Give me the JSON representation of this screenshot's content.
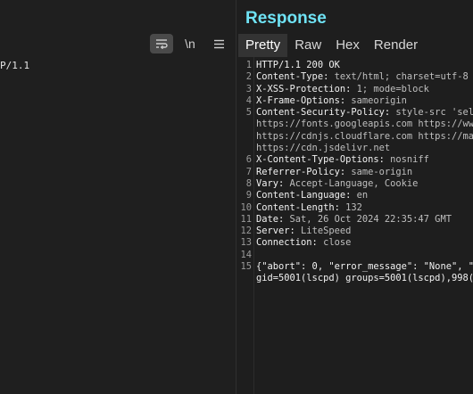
{
  "left": {
    "toolbar": {
      "newline_label": "\\n"
    },
    "request_line": "P/1.1"
  },
  "response": {
    "title": "Response",
    "tabs": [
      {
        "label": "Pretty",
        "active": true
      },
      {
        "label": "Raw",
        "active": false
      },
      {
        "label": "Hex",
        "active": false
      },
      {
        "label": "Render",
        "active": false
      }
    ],
    "lines": [
      {
        "num": "1",
        "key": "HTTP/1.1 200 OK",
        "val": ""
      },
      {
        "num": "2",
        "key": "Content-Type:",
        "val": " text/html; charset=utf-8"
      },
      {
        "num": "3",
        "key": "X-XSS-Protection:",
        "val": " 1; mode=block"
      },
      {
        "num": "4",
        "key": "X-Frame-Options:",
        "val": " sameorigin"
      },
      {
        "num": "5",
        "key": "Content-Security-Policy:",
        "val": " style-src 'sel"
      },
      {
        "num": "",
        "key": "",
        "val": "https://fonts.googleapis.com https://ww"
      },
      {
        "num": "",
        "key": "",
        "val": "https://cdnjs.cloudflare.com https://ma"
      },
      {
        "num": "",
        "key": "",
        "val": "https://cdn.jsdelivr.net"
      },
      {
        "num": "6",
        "key": "X-Content-Type-Options:",
        "val": " nosniff"
      },
      {
        "num": "7",
        "key": "Referrer-Policy:",
        "val": " same-origin"
      },
      {
        "num": "8",
        "key": "Vary:",
        "val": " Accept-Language, Cookie"
      },
      {
        "num": "9",
        "key": "Content-Language:",
        "val": " en"
      },
      {
        "num": "10",
        "key": "Content-Length:",
        "val": " 132"
      },
      {
        "num": "11",
        "key": "Date:",
        "val": " Sat, 26 Oct 2024 22:35:47 GMT"
      },
      {
        "num": "12",
        "key": "Server:",
        "val": " LiteSpeed"
      },
      {
        "num": "13",
        "key": "Connection:",
        "val": " close"
      },
      {
        "num": "14",
        "key": "",
        "val": ""
      },
      {
        "num": "15",
        "key": "{\"abort\": 0, \"error_message\": \"None\", \"",
        "val": ""
      },
      {
        "num": "",
        "key": "gid=5001(lscpd) groups=5001(lscpd),998(",
        "val": ""
      }
    ]
  },
  "colors": {
    "accent_title": "#6fe3f5",
    "background": "#1e1e1e"
  }
}
